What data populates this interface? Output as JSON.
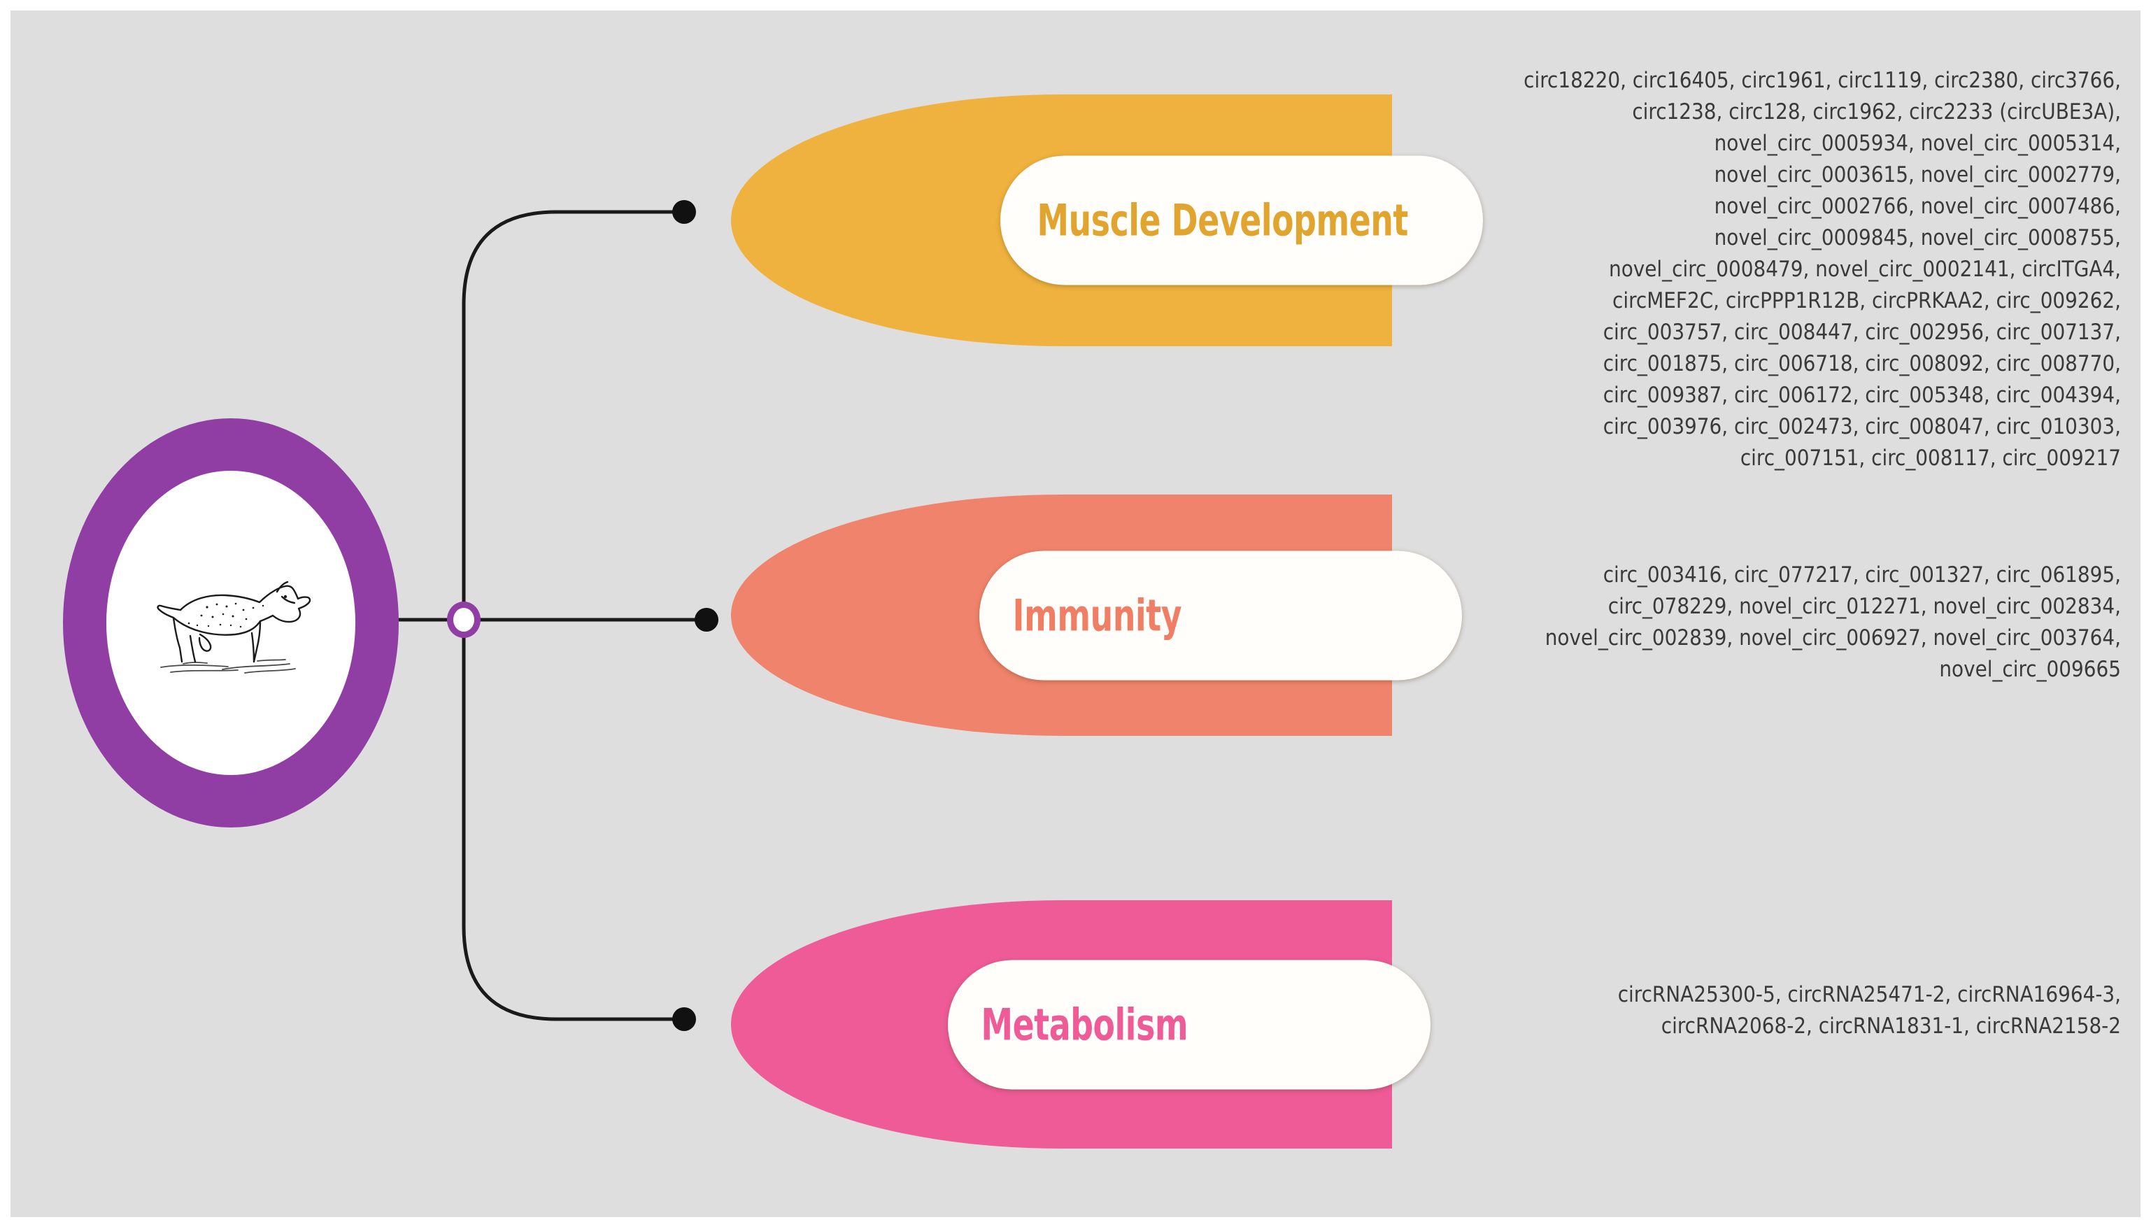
{
  "canvas": {
    "background_color": "#dedede",
    "page_background": "#ffffff"
  },
  "root": {
    "icon": "goat-icon",
    "ring_color": "#913ea4",
    "inner_color": "#ffffff"
  },
  "hub": {
    "name": "branch-hub",
    "ring_color": "#913ea4"
  },
  "connector": {
    "line_color": "#1a1a1a",
    "dot_color": "#111111"
  },
  "branches": [
    {
      "id": "muscle",
      "label": "Muscle Development",
      "block_color": "#efb23e",
      "text_color": "#e0a42f",
      "pill_color": "#fffefb",
      "genes": "circ18220, circ16405, circ1961, circ1119, circ2380, circ3766,\ncirc1238, circ128, circ1962, circ2233 (circUBE3A),\nnovel_circ_0005934, novel_circ_0005314,\nnovel_circ_0003615, novel_circ_0002779,\nnovel_circ_0002766, novel_circ_0007486,\nnovel_circ_0009845, novel_circ_0008755,\nnovel_circ_0008479, novel_circ_0002141, circITGA4,\ncircMEF2C, circPPP1R12B, circPRKAA2, circ_009262,\ncirc_003757, circ_008447, circ_002956, circ_007137,\ncirc_001875, circ_006718, circ_008092, circ_008770,\ncirc_009387, circ_006172, circ_005348, circ_004394,\ncirc_003976, circ_002473, circ_008047, circ_010303,\ncirc_007151, circ_008117, circ_009217"
    },
    {
      "id": "immunity",
      "label": "Immunity",
      "block_color": "#f0836b",
      "text_color": "#ef7e64",
      "pill_color": "#fffefb",
      "genes": "circ_003416, circ_077217, circ_001327, circ_061895,\ncirc_078229, novel_circ_012271, novel_circ_002834,\nnovel_circ_002839, novel_circ_006927, novel_circ_003764,\nnovel_circ_009665"
    },
    {
      "id": "metabolism",
      "label": "Metabolism",
      "block_color": "#ee5b97",
      "text_color": "#ee5b97",
      "pill_color": "#fffefb",
      "genes": "circRNA25300-5, circRNA25471-2, circRNA16964-3,\ncircRNA2068-2, circRNA1831-1, circRNA2158-2"
    }
  ]
}
